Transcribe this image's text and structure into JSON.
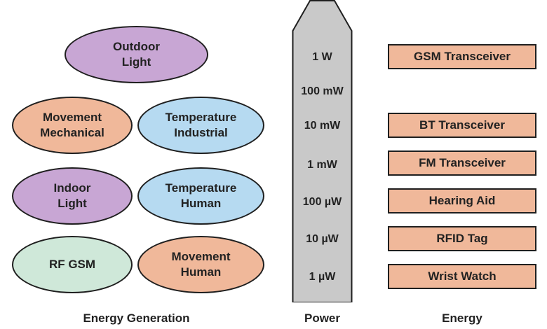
{
  "energy_generation": {
    "sources": [
      {
        "label": "Outdoor\nLight"
      },
      {
        "label": "Movement\nMechanical"
      },
      {
        "label": "Temperature\nIndustrial"
      },
      {
        "label": "Indoor\nLight"
      },
      {
        "label": "Temperature\nHuman"
      },
      {
        "label": "RF GSM"
      },
      {
        "label": "Movement\nHuman"
      }
    ],
    "caption": "Energy Generation"
  },
  "power": {
    "levels": [
      "1 W",
      "100 mW",
      "10 mW",
      "1 mW",
      "100 µW",
      "10 µW",
      "1 µW"
    ],
    "caption": "Power"
  },
  "energy": {
    "devices": [
      "GSM Transceiver",
      "BT Transceiver",
      "FM Transceiver",
      "Hearing Aid",
      "RFID Tag",
      "Wrist Watch"
    ],
    "caption": "Energy"
  },
  "colors": {
    "purple": "#c8a6d4",
    "salmon": "#f0b89a",
    "blue": "#b6daf1",
    "mint": "#cfe8d9",
    "bar_gray": "#c9c9c9"
  }
}
